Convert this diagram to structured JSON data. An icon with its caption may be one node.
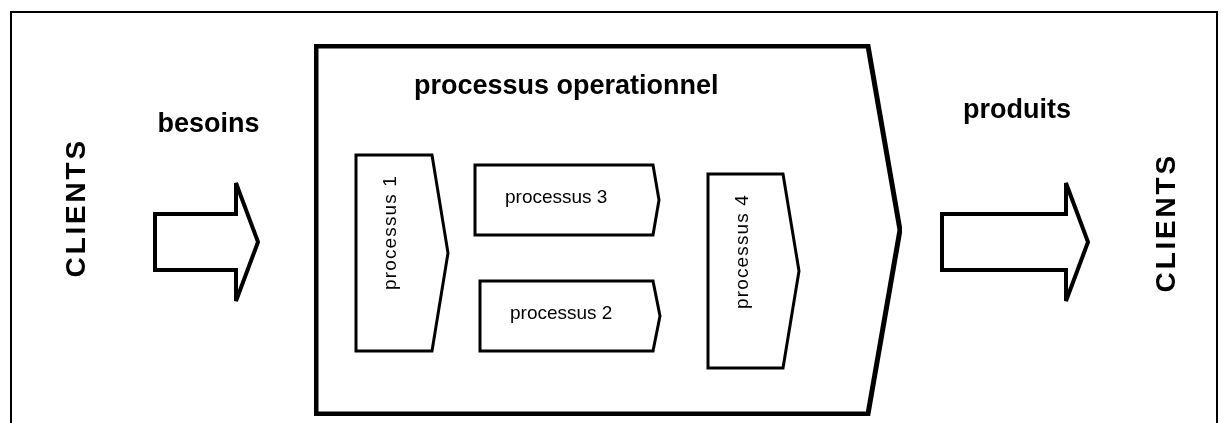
{
  "diagram": {
    "nodes": [
      {
        "text": [
          "CLIENTS"
        ]
      },
      {
        "text": [
          "processus operationnel"
        ]
      },
      {
        "text": [
          "processus 1"
        ],
        "in": 1
      },
      {
        "text": [
          "processus 3"
        ],
        "in": 1
      },
      {
        "text": [
          "processus 2"
        ],
        "in": 1
      },
      {
        "text": [
          "processus 4"
        ],
        "in": 1
      },
      {
        "text": [
          "CLIENTS"
        ]
      }
    ],
    "edges": [
      {
        "from": 0,
        "to": 1,
        "arrow": "to",
        "label": "besoins"
      },
      {
        "from": 1,
        "to": 6,
        "arrow": "to",
        "label": "produits"
      }
    ]
  }
}
